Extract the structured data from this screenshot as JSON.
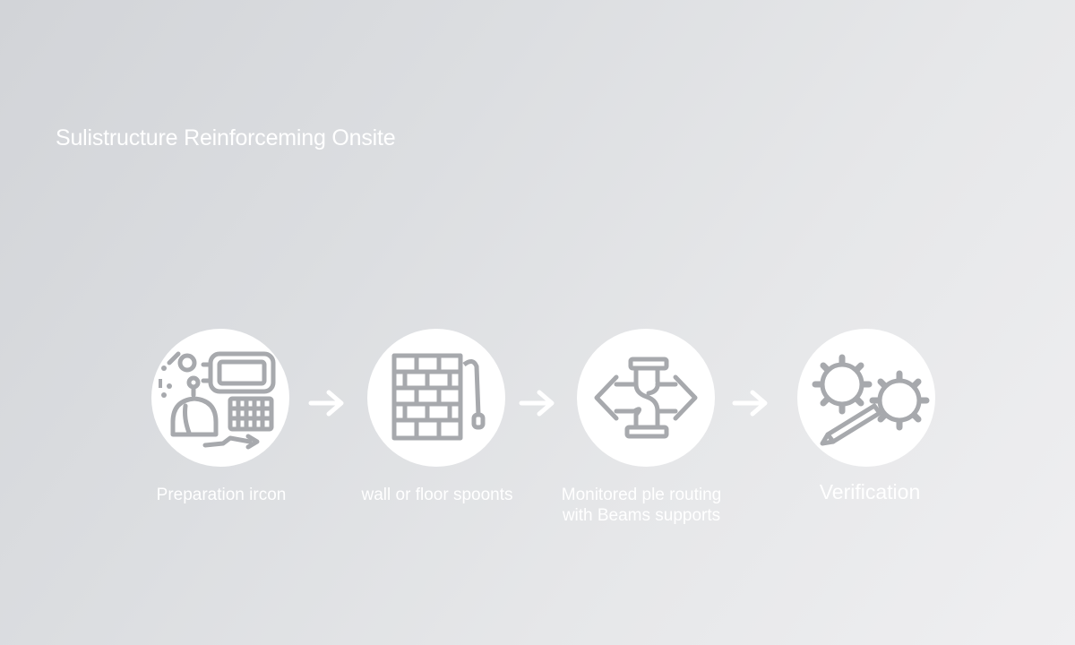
{
  "title": "Sulistructure Reinforceming Onsite",
  "colors": {
    "icon_gray": "#a7a9ad",
    "circle_fill": "#ffffff",
    "text": "#ffffff"
  },
  "steps": [
    {
      "label": "Preparation ircon",
      "icon": "tools-and-equipment-icon"
    },
    {
      "label": "wall or floor spoonts",
      "icon": "brick-wall-icon"
    },
    {
      "label_line1": "Monitored ple routing",
      "label_line2": "with Beams supports",
      "icon": "pipe-routing-icon"
    },
    {
      "label": "Verification",
      "icon": "gears-and-wrench-icon"
    }
  ],
  "arrows": [
    "arrow-right-icon",
    "arrow-right-icon",
    "arrow-right-icon"
  ]
}
